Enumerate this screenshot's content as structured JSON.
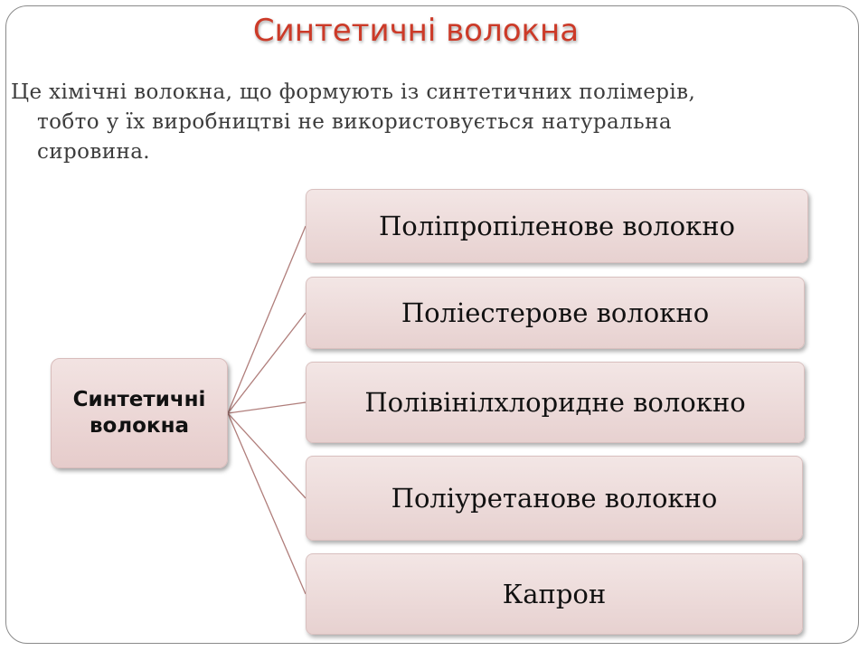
{
  "slide": {
    "title": "Синтетичні волокна",
    "bullet_line1": "Це хімічні волокна, що формують із синтетичних полімерів,",
    "bullet_line2": "тобто у їх виробництві не використовується натуральна",
    "bullet_line3": "сировина."
  },
  "diagram": {
    "root_line1": "Синтетичні",
    "root_line2": "волокна",
    "children": [
      "Поліпропіленове волокно",
      "Поліестерове волокно",
      "Полівінілхлоридне волокно",
      "Поліуретанове волокно",
      "Капрон"
    ]
  },
  "colors": {
    "title": "#cc3a28",
    "box_fill": "#eddada",
    "connector": "#b07e7b"
  }
}
